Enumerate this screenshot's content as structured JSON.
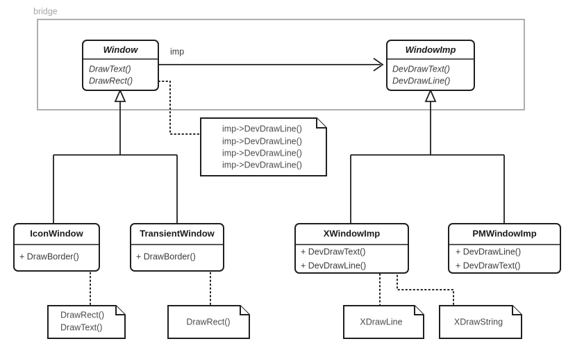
{
  "diagram": {
    "kind": "uml-class-diagram",
    "package_label": "bridge",
    "colors": {
      "stroke": "#1f1f1f",
      "package_stroke": "#a6a6a6",
      "package_label": "#a8a8a8",
      "text": "#3a3a3a",
      "background": "#ffffff"
    }
  },
  "classes": {
    "window": {
      "name": "Window",
      "abstract": true,
      "operations": [
        "DrawText()",
        "DrawRect()"
      ]
    },
    "window_imp": {
      "name": "WindowImp",
      "abstract": true,
      "operations": [
        "DevDrawText()",
        "DevDrawLine()"
      ]
    },
    "icon_window": {
      "name": "IconWindow",
      "abstract": false,
      "operations": [
        "+ DrawBorder()"
      ]
    },
    "transient_window": {
      "name": "TransientWindow",
      "abstract": false,
      "operations": [
        "+ DrawBorder()"
      ]
    },
    "x_window_imp": {
      "name": "XWindowImp",
      "abstract": false,
      "operations": [
        "+ DevDrawText()",
        "+ DevDrawLine()"
      ]
    },
    "pm_window_imp": {
      "name": "PMWindowImp",
      "abstract": false,
      "operations": [
        "+ DevDrawLine()",
        "+ DevDrawText()"
      ]
    }
  },
  "notes": {
    "imp_calls": {
      "lines": [
        "imp->DevDrawLine()",
        "imp->DevDrawLine()",
        "imp->DevDrawLine()",
        "imp->DevDrawLine()"
      ]
    },
    "icon_window_note": {
      "lines": [
        "DrawRect()",
        "DrawText()"
      ]
    },
    "transient_window_note": {
      "lines": [
        "DrawRect()"
      ]
    },
    "x_draw_line_note": {
      "lines": [
        "XDrawLine"
      ]
    },
    "x_draw_string_note": {
      "lines": [
        "XDrawString"
      ]
    }
  },
  "associations": {
    "imp": {
      "label": "imp",
      "from": "Window",
      "to": "WindowImp"
    }
  },
  "generalizations": [
    {
      "parent": "Window",
      "child": "IconWindow"
    },
    {
      "parent": "Window",
      "child": "TransientWindow"
    },
    {
      "parent": "WindowImp",
      "child": "XWindowImp"
    },
    {
      "parent": "WindowImp",
      "child": "PMWindowImp"
    }
  ]
}
